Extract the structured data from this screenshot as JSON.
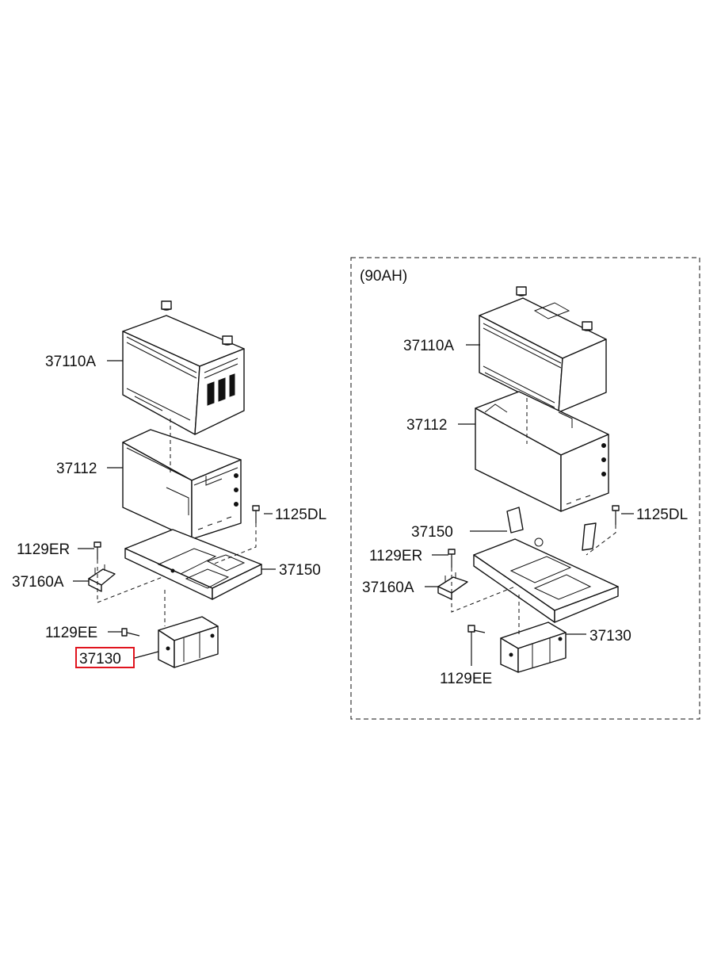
{
  "group_label": "(90AH)",
  "highlight_color": "#e0141e",
  "left": {
    "battery": "37110A",
    "battery_case": "37112",
    "bolt_tray": "1125DL",
    "bolt_clamp": "1129ER",
    "tray": "37150",
    "clamp": "37160A",
    "bolt_bracket": "1129EE",
    "bracket": "37130"
  },
  "right": {
    "battery": "37110A",
    "battery_case": "37112",
    "bolt_tray": "1125DL",
    "tray": "37150",
    "bolt_clamp": "1129ER",
    "clamp": "37160A",
    "bracket": "37130",
    "bolt_bracket": "1129EE"
  }
}
